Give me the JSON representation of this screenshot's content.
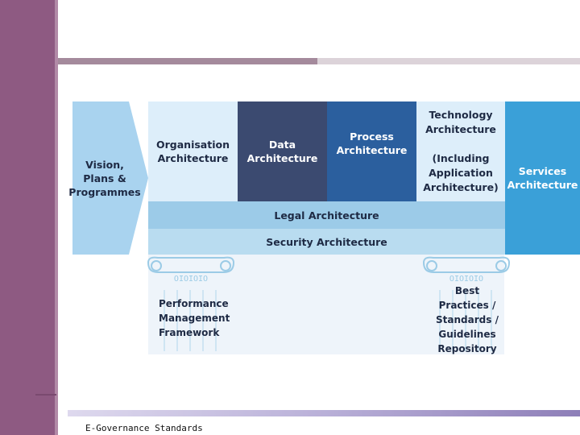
{
  "footer": {
    "text": "E-Governance Standards"
  },
  "diagram": {
    "vision": "Vision,\nPlans &\nProgrammes",
    "organisation": "Organisation\nArchitecture",
    "data": "Data\nArchitecture",
    "process": "Process\nArchitecture",
    "technology": "Technology\nArchitecture\n\n(Including\nApplication\nArchitecture)",
    "services": "Services\nArchitecture",
    "legal": "Legal Architecture",
    "security": "Security Architecture",
    "performance": "Performance\nManagement\nFramework",
    "best_practices": "Best\nPractices /\nStandards /\nGuidelines\nRepository"
  },
  "colors": {
    "vision": "#a9d3ef",
    "organisation": "#ddeefa",
    "data": "#3b4a70",
    "process": "#2b5f9e",
    "technology": "#ddeefa",
    "services": "#3aa0d8",
    "legal": "#9ccbe8",
    "security": "#b9dcf0",
    "pillar": "#eef4fa",
    "side_bar": "#8e5a82"
  }
}
